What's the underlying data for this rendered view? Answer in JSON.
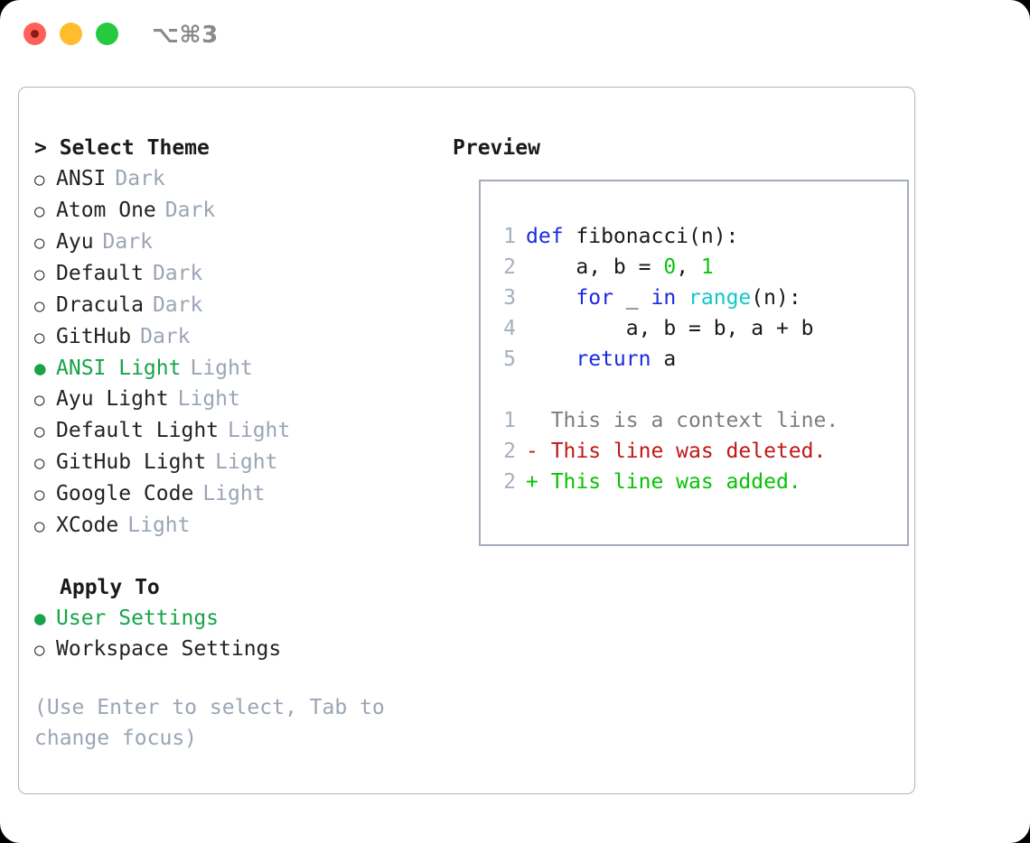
{
  "titlebar": {
    "shortcut": "⌥⌘3",
    "buttons": [
      {
        "name": "close",
        "color": "#ff6058"
      },
      {
        "name": "minimize",
        "color": "#ffbd2e"
      },
      {
        "name": "maximize",
        "color": "#27c93f"
      }
    ]
  },
  "theme_pane": {
    "heading": "> Select Theme",
    "options": [
      {
        "marker": "○",
        "label": "ANSI",
        "tag": "Dark",
        "selected": false
      },
      {
        "marker": "○",
        "label": "Atom One",
        "tag": "Dark",
        "selected": false
      },
      {
        "marker": "○",
        "label": "Ayu",
        "tag": "Dark",
        "selected": false
      },
      {
        "marker": "○",
        "label": "Default",
        "tag": "Dark",
        "selected": false
      },
      {
        "marker": "○",
        "label": "Dracula",
        "tag": "Dark",
        "selected": false
      },
      {
        "marker": "○",
        "label": "GitHub",
        "tag": "Dark",
        "selected": false
      },
      {
        "marker": "●",
        "label": "ANSI Light",
        "tag": "Light",
        "selected": true
      },
      {
        "marker": "○",
        "label": "Ayu Light",
        "tag": "Light",
        "selected": false
      },
      {
        "marker": "○",
        "label": "Default Light",
        "tag": "Light",
        "selected": false
      },
      {
        "marker": "○",
        "label": "GitHub Light",
        "tag": "Light",
        "selected": false
      },
      {
        "marker": "○",
        "label": "Google Code",
        "tag": "Light",
        "selected": false
      },
      {
        "marker": "○",
        "label": "XCode",
        "tag": "Light",
        "selected": false
      }
    ],
    "apply_to": {
      "label": "Apply To",
      "options": [
        {
          "marker": "●",
          "label": "User Settings",
          "selected": true
        },
        {
          "marker": "○",
          "label": "Workspace Settings",
          "selected": false
        }
      ]
    },
    "hint": "(Use Enter to select, Tab to change focus)"
  },
  "preview_pane": {
    "heading": "Preview",
    "code_lines": [
      {
        "no": "1",
        "tokens": [
          {
            "t": "def ",
            "c": "kw"
          },
          {
            "t": "fibonacci(n):",
            "c": "plain"
          }
        ]
      },
      {
        "no": "2",
        "tokens": [
          {
            "t": "    a, b = ",
            "c": "plain"
          },
          {
            "t": "0",
            "c": "num"
          },
          {
            "t": ", ",
            "c": "plain"
          },
          {
            "t": "1",
            "c": "num"
          }
        ]
      },
      {
        "no": "3",
        "tokens": [
          {
            "t": "    ",
            "c": "plain"
          },
          {
            "t": "for",
            "c": "kw"
          },
          {
            "t": " _ ",
            "c": "plain"
          },
          {
            "t": "in",
            "c": "kw"
          },
          {
            "t": " ",
            "c": "plain"
          },
          {
            "t": "range",
            "c": "fn"
          },
          {
            "t": "(n):",
            "c": "plain"
          }
        ]
      },
      {
        "no": "4",
        "tokens": [
          {
            "t": "        a, b = b, a + b",
            "c": "plain"
          }
        ]
      },
      {
        "no": "5",
        "tokens": [
          {
            "t": "    ",
            "c": "plain"
          },
          {
            "t": "return",
            "c": "kw"
          },
          {
            "t": " a",
            "c": "plain"
          }
        ]
      }
    ],
    "diff_lines": [
      {
        "no": "1",
        "tokens": [
          {
            "t": "  This is a context line.",
            "c": "ctx"
          }
        ]
      },
      {
        "no": "2",
        "tokens": [
          {
            "t": "- This line was deleted.",
            "c": "del"
          }
        ]
      },
      {
        "no": "2",
        "tokens": [
          {
            "t": "+ This line was added.",
            "c": "add"
          }
        ]
      }
    ]
  },
  "colors": {
    "accent_green": "#17a348",
    "keyword_blue": "#1a2ae0",
    "function_cyan": "#0fc8c8",
    "number_green": "#0bc40b",
    "diff_deleted": "#c01818",
    "diff_added": "#06c206",
    "muted": "#9aa5b4",
    "border": "#aab3c0"
  }
}
